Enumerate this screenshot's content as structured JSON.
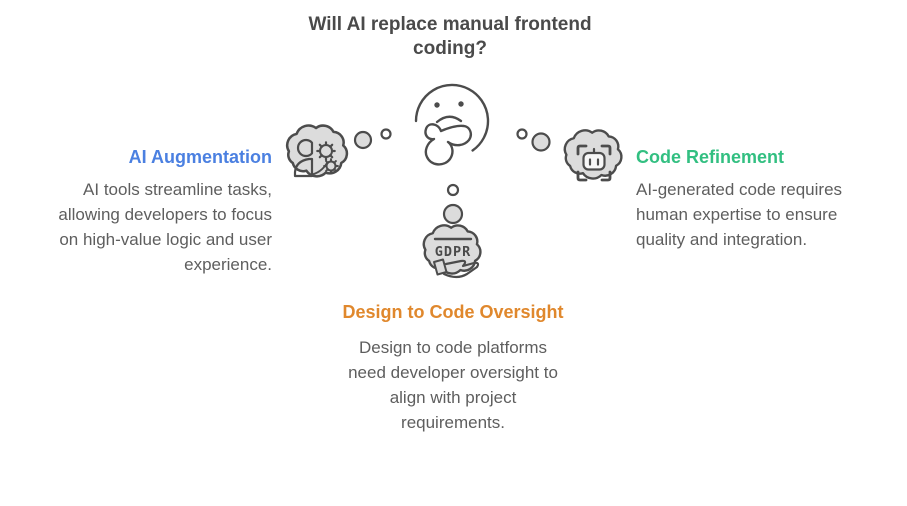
{
  "header": {
    "title_lines": [
      "Will AI replace manual frontend",
      "coding?"
    ]
  },
  "sections": [
    {
      "id": "ai-augmentation",
      "title": "AI Augmentation",
      "title_color": "#4b80e1",
      "body_lines": [
        "AI tools streamline tasks,",
        "allowing developers to focus",
        "on high-value logic and user",
        "experience."
      ]
    },
    {
      "id": "code-refinement",
      "title": "Code Refinement",
      "title_color": "#32bf81",
      "body_lines": [
        "AI-generated code requires",
        "human expertise to ensure",
        "quality and integration."
      ]
    },
    {
      "id": "design-to-code-oversight",
      "title": "Design to Code Oversight",
      "title_color": "#e0882d",
      "body_lines": [
        "Design to code platforms",
        "need developer oversight to",
        "align with project",
        "requirements."
      ]
    }
  ],
  "figure": {
    "center_icon": "thinking-face-icon",
    "cloud_icons": [
      "developer-gears-icon",
      "robot-scan-icon",
      "gdpr-hand-icon"
    ],
    "gdpr_label": "GDPR",
    "colors": {
      "stroke": "#4c4c4c",
      "cloud_fill": "#dcdcdc",
      "heading_text": "#4a4a4a",
      "body_text": "#5e5e5e"
    }
  }
}
